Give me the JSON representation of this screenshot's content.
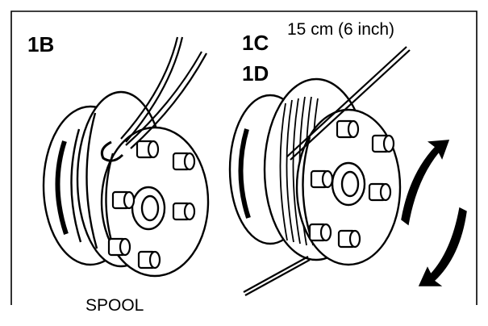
{
  "figure": {
    "step_left": "1B",
    "step_right_top": "1C",
    "step_right_bottom": "1D",
    "line_length": "15 cm (6 inch)",
    "part_name": "SPOOL"
  },
  "colors": {
    "ink": "#000000",
    "paper": "#ffffff"
  },
  "icons": [
    "spool-illustration",
    "rotation-arrows-icon"
  ]
}
